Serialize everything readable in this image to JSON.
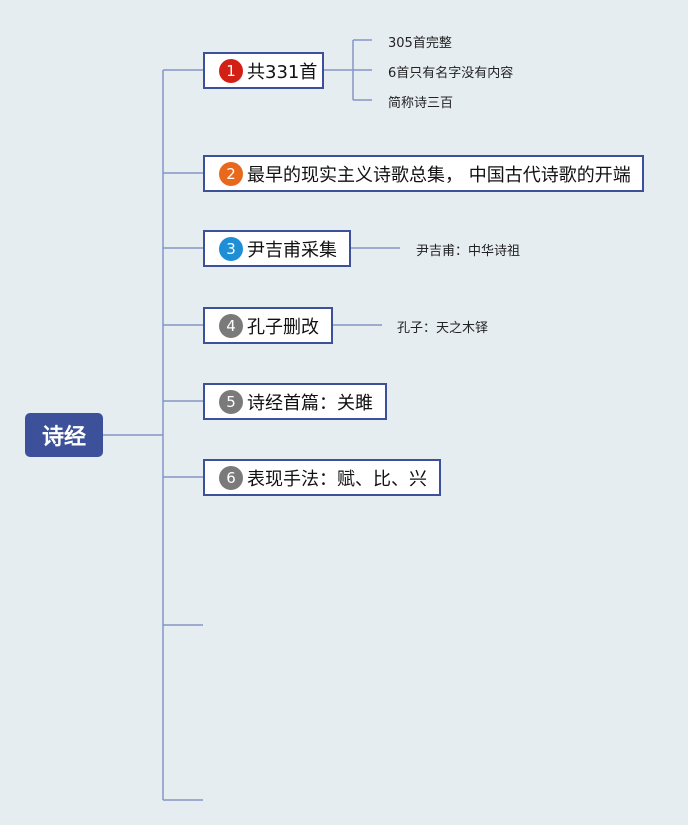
{
  "root": {
    "label": "诗经"
  },
  "branches": [
    {
      "num": "1",
      "label": "共331首",
      "badge_color": "#d32014",
      "children": [
        "305首完整",
        "6首只有名字没有内容",
        "简称诗三百"
      ]
    },
    {
      "num": "2",
      "label": "最早的现实主义诗歌总集， 中国古代诗歌的开端",
      "badge_color": "#e8681c",
      "children": []
    },
    {
      "num": "3",
      "label": "尹吉甫采集",
      "badge_color": "#1e8fd6",
      "children": [
        "尹吉甫：中华诗祖"
      ]
    },
    {
      "num": "4",
      "label": "孔子删改",
      "badge_color": "#7a7a7a",
      "children": [
        "孔子：天之木铎"
      ]
    },
    {
      "num": "5",
      "label": "诗经首篇：关雎",
      "badge_color": "#7a7a7a",
      "children": []
    },
    {
      "num": "6",
      "label": "表现手法：赋、比、兴",
      "badge_color": "#7a7a7a",
      "children": []
    }
  ],
  "colors": {
    "line": "#8595c6",
    "node_border": "#3d519a",
    "root_fill": "#3d519a",
    "background": "#e6edf1"
  }
}
